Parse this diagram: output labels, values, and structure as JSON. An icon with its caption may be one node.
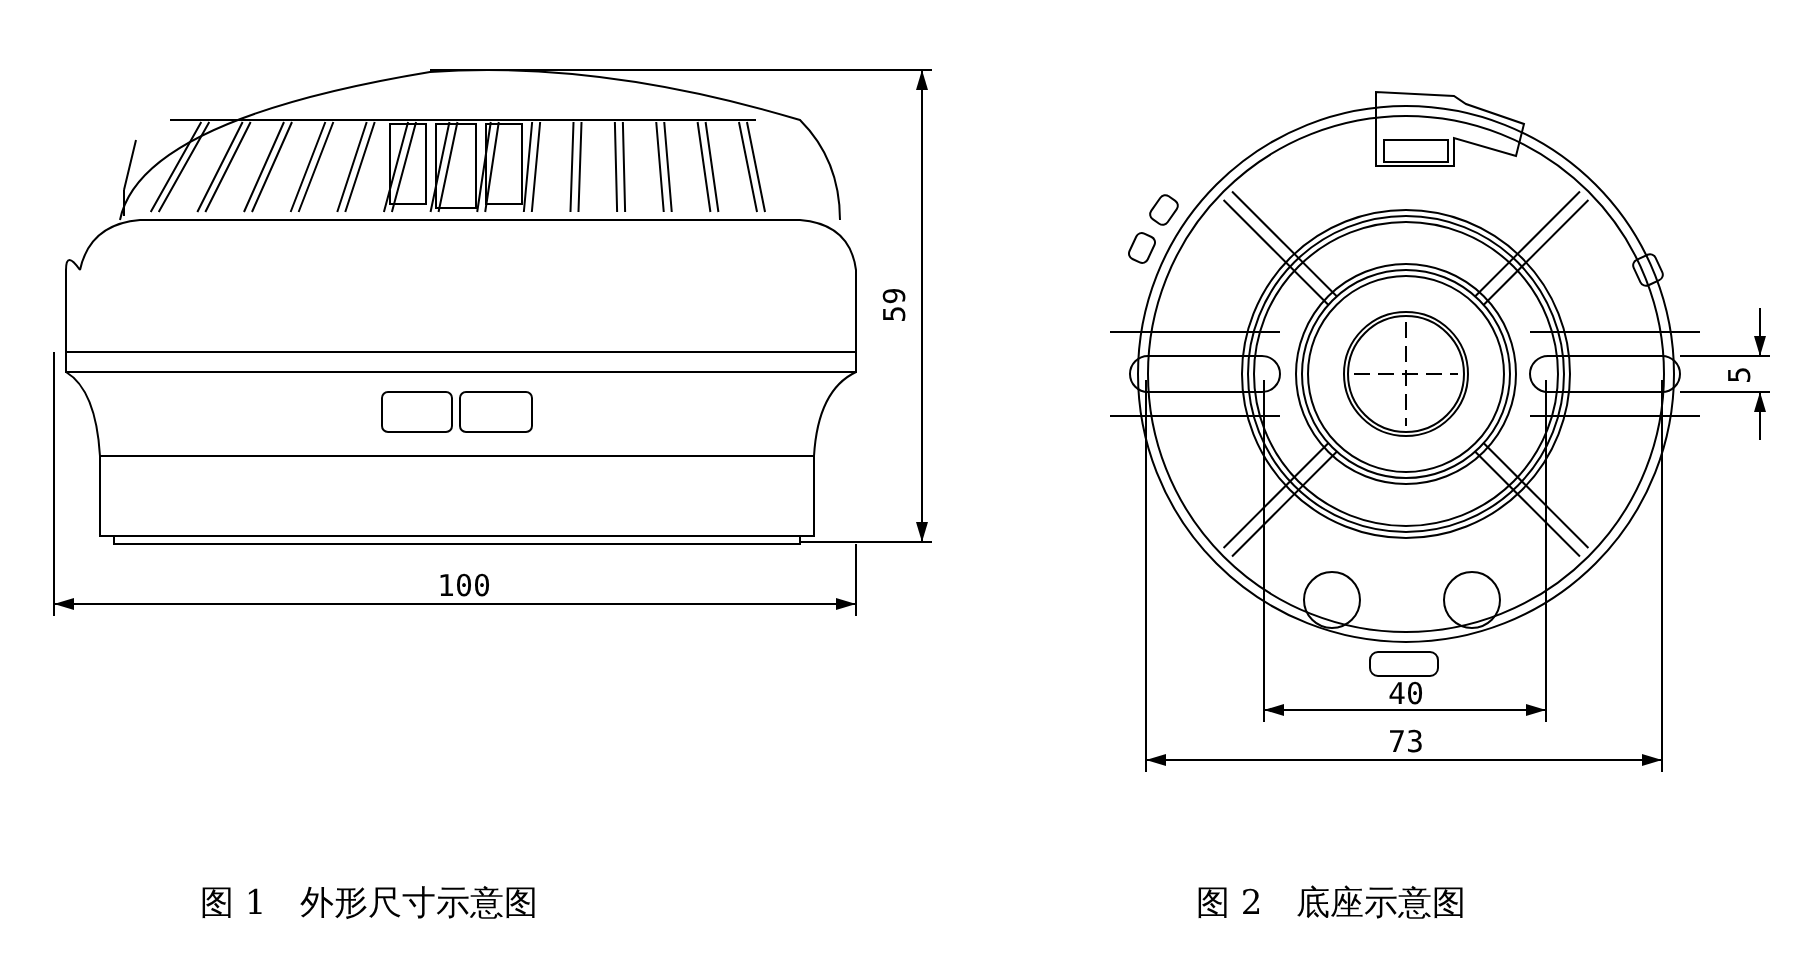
{
  "diagram": {
    "labels": [
      "59",
      "100",
      "5",
      "40",
      "73",
      "图 1　外形尺寸示意图",
      "图 2　底座示意图"
    ]
  }
}
